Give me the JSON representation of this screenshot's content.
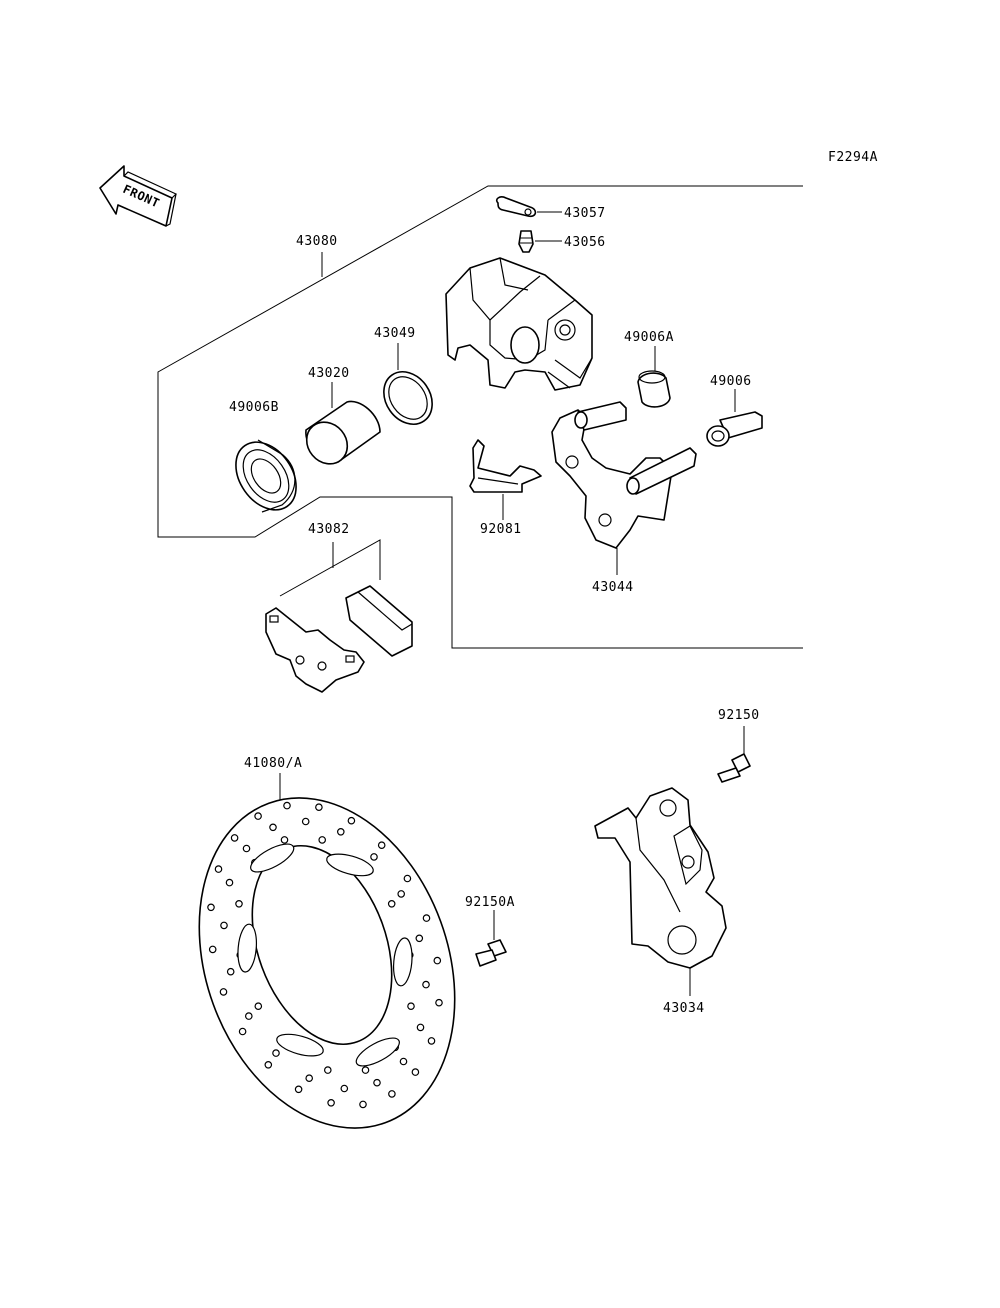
{
  "figure_code": "F2294A",
  "front_arrow_text": "FRONT",
  "parts": [
    {
      "id": "43080",
      "label": "43080"
    },
    {
      "id": "43057",
      "label": "43057"
    },
    {
      "id": "43056",
      "label": "43056"
    },
    {
      "id": "43049",
      "label": "43049"
    },
    {
      "id": "49006A",
      "label": "49006A"
    },
    {
      "id": "43020",
      "label": "43020"
    },
    {
      "id": "49006",
      "label": "49006"
    },
    {
      "id": "49006B",
      "label": "49006B"
    },
    {
      "id": "92081",
      "label": "92081"
    },
    {
      "id": "43044",
      "label": "43044"
    },
    {
      "id": "43082",
      "label": "43082"
    },
    {
      "id": "92150",
      "label": "92150"
    },
    {
      "id": "41080A",
      "label": "41080/A"
    },
    {
      "id": "92150A",
      "label": "92150A"
    },
    {
      "id": "43034",
      "label": "43034"
    }
  ],
  "colors": {
    "line": "#000000",
    "background": "#ffffff"
  }
}
